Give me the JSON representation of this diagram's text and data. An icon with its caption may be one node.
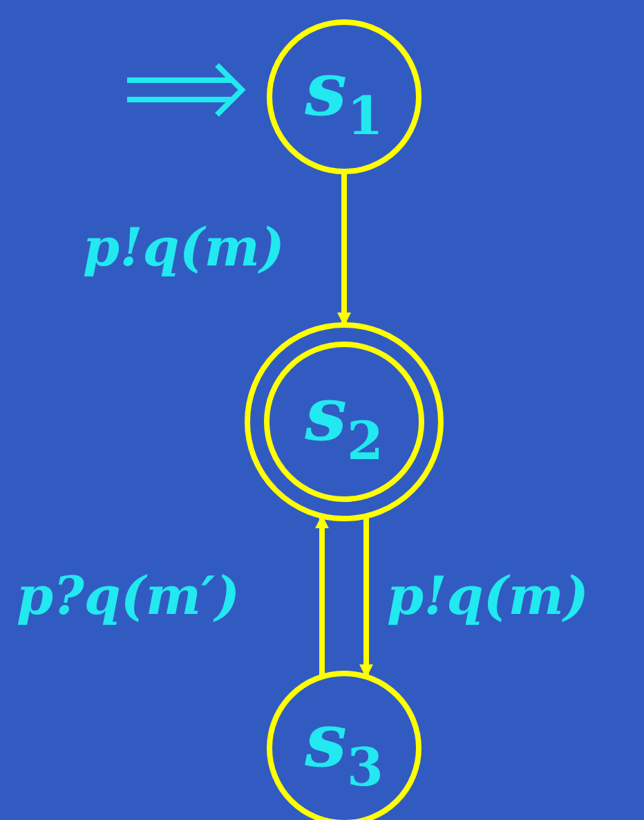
{
  "diagram": {
    "nodes": [
      {
        "text": [
          "s$_{1}$"
        ]
      },
      {
        "text": [
          "s$_{2}$"
        ]
      },
      {
        "text": [
          "s$_{3}$"
        ]
      }
    ],
    "edges": [
      {
        "from": null,
        "to": 0,
        "arrow": "to",
        "color": "#22e8f0"
      },
      {
        "from": 0,
        "to": 1,
        "arrow": "to",
        "label": "p!q(m)"
      },
      {
        "from": 2,
        "to": 1,
        "arrow": "to",
        "label": "p?q(m′)"
      },
      {
        "from": 1,
        "to": 2,
        "arrow": "to",
        "label": "p!q(m)"
      }
    ]
  }
}
